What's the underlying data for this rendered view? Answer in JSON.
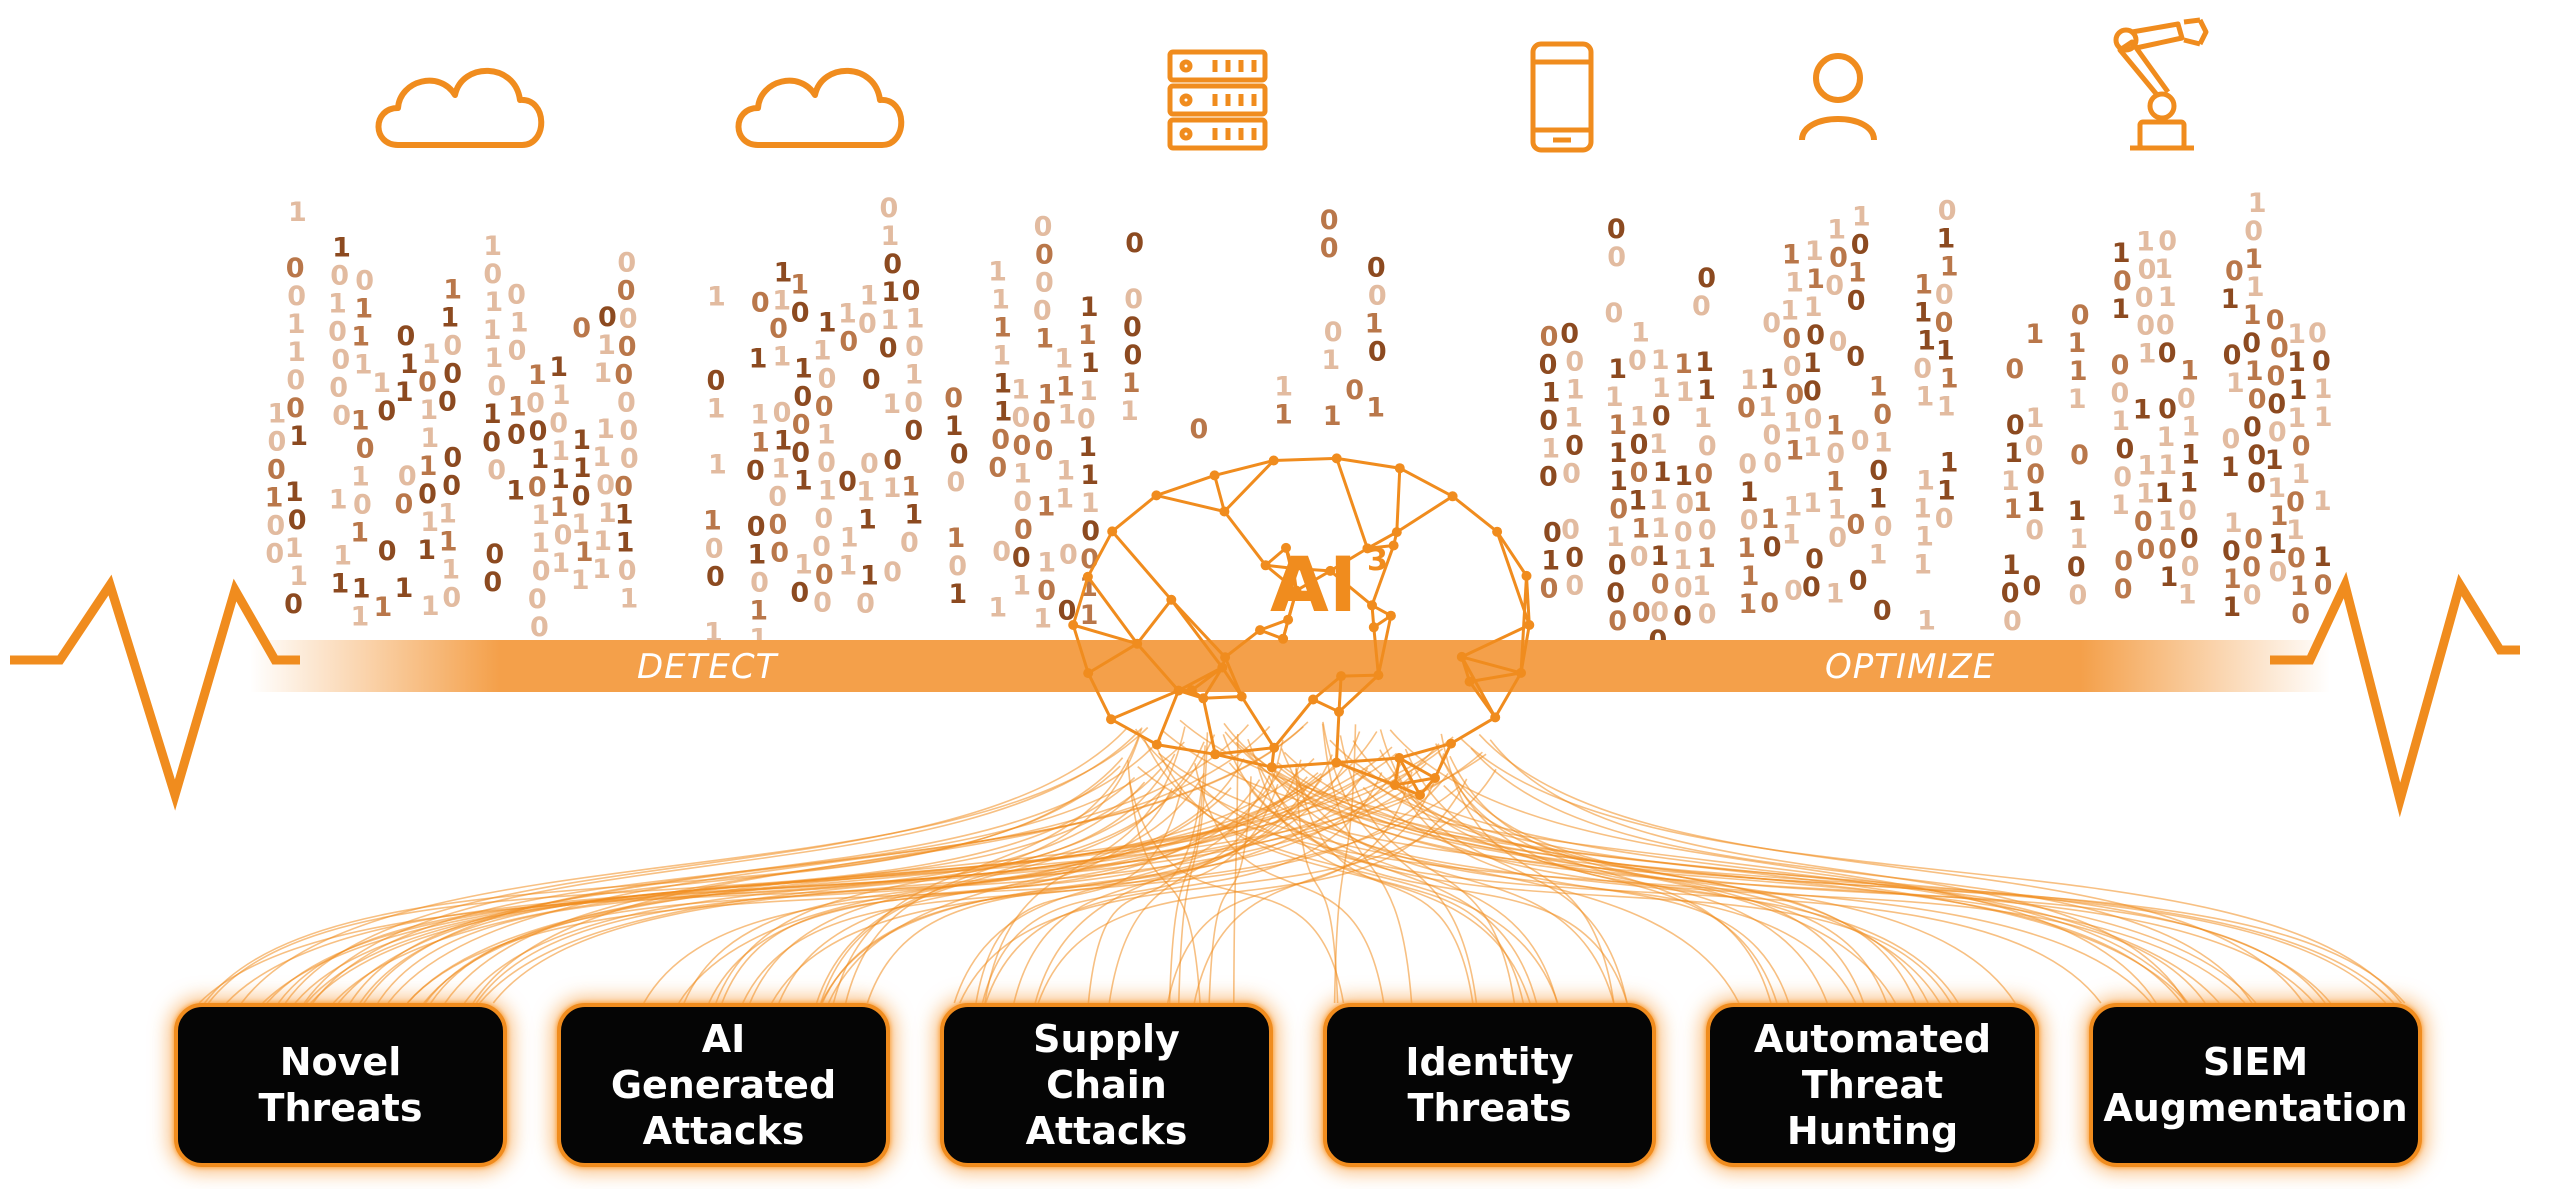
{
  "colors": {
    "accent": "#f08c1e",
    "band": "#f4a04a",
    "card_bg": "#050505",
    "card_text": "#ffffff",
    "binary_dark": "#8c4a20",
    "binary_mid": "#b9774a",
    "binary_light": "#e2bba0"
  },
  "sources": [
    {
      "icon": "cloud-icon"
    },
    {
      "icon": "cloud-icon"
    },
    {
      "icon": "server-rack-icon"
    },
    {
      "icon": "smartphone-icon"
    },
    {
      "icon": "user-icon"
    },
    {
      "icon": "robot-arm-icon"
    }
  ],
  "engine": {
    "label": "AI",
    "superscript": "3"
  },
  "band": {
    "left_label": "DETECT",
    "right_label": "OPTIMIZE"
  },
  "threats": [
    {
      "label": "Novel\nThreats"
    },
    {
      "label": "AI\nGenerated\nAttacks"
    },
    {
      "label": "Supply\nChain\nAttacks"
    },
    {
      "label": "Identity\nThreats"
    },
    {
      "label": "Automated\nThreat\nHunting"
    },
    {
      "label": "SIEM\nAugmentation"
    }
  ]
}
